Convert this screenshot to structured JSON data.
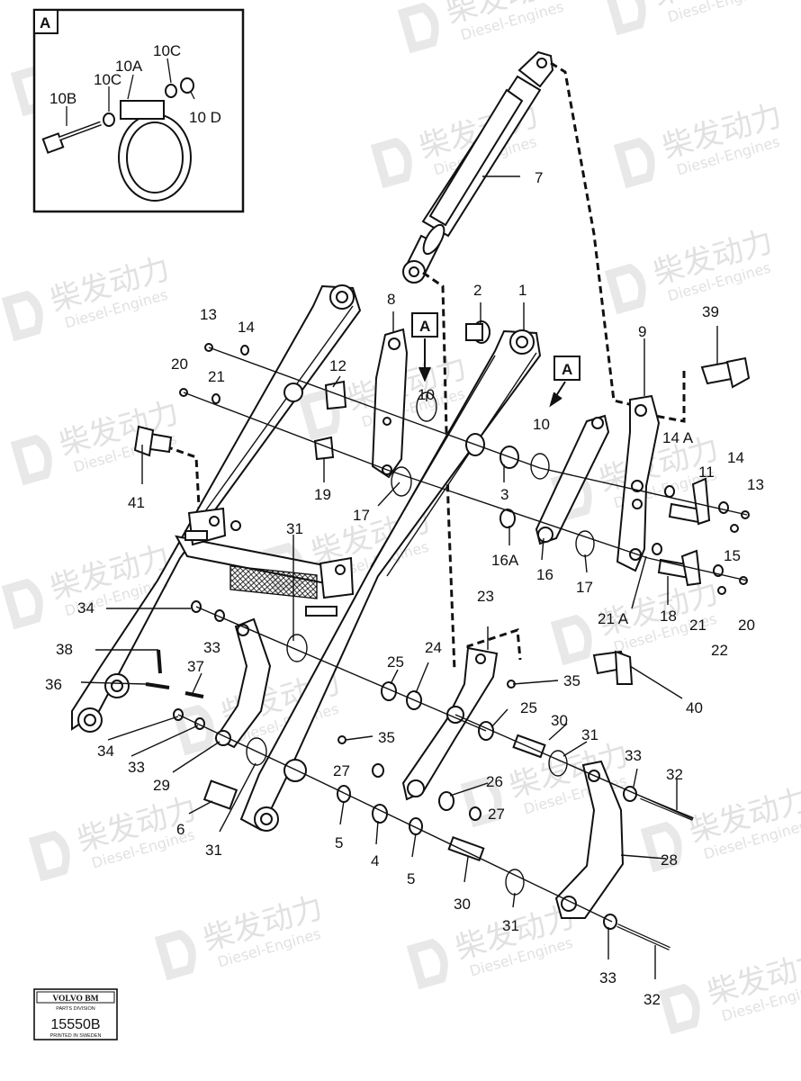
{
  "inset": {
    "tag": "A",
    "labels": [
      "10B",
      "10C",
      "10A",
      "10C",
      "10 D"
    ]
  },
  "arrow_tags": [
    "A",
    "A"
  ],
  "callouts": [
    "7",
    "8",
    "2",
    "1",
    "13",
    "14",
    "20",
    "21",
    "12",
    "10",
    "39",
    "9",
    "41",
    "19",
    "17",
    "3",
    "10",
    "14 A",
    "11",
    "14",
    "13",
    "31",
    "16A",
    "16",
    "17",
    "15",
    "34",
    "21 A",
    "18",
    "21",
    "20",
    "33",
    "38",
    "37",
    "36",
    "22",
    "25",
    "24",
    "23",
    "35",
    "40",
    "25",
    "30",
    "31",
    "34",
    "33",
    "29",
    "35",
    "27",
    "26",
    "27",
    "33",
    "32",
    "6",
    "31",
    "5",
    "4",
    "5",
    "30",
    "28",
    "31",
    "33",
    "32"
  ],
  "stamp": {
    "brand": "VOLVO BM",
    "division": "PARTS DIVISION",
    "number": "15550B",
    "printed": "PRINTED IN SWEDEN"
  },
  "watermark": {
    "title": "柴发动力",
    "subtitle": "Diesel-Engines"
  }
}
